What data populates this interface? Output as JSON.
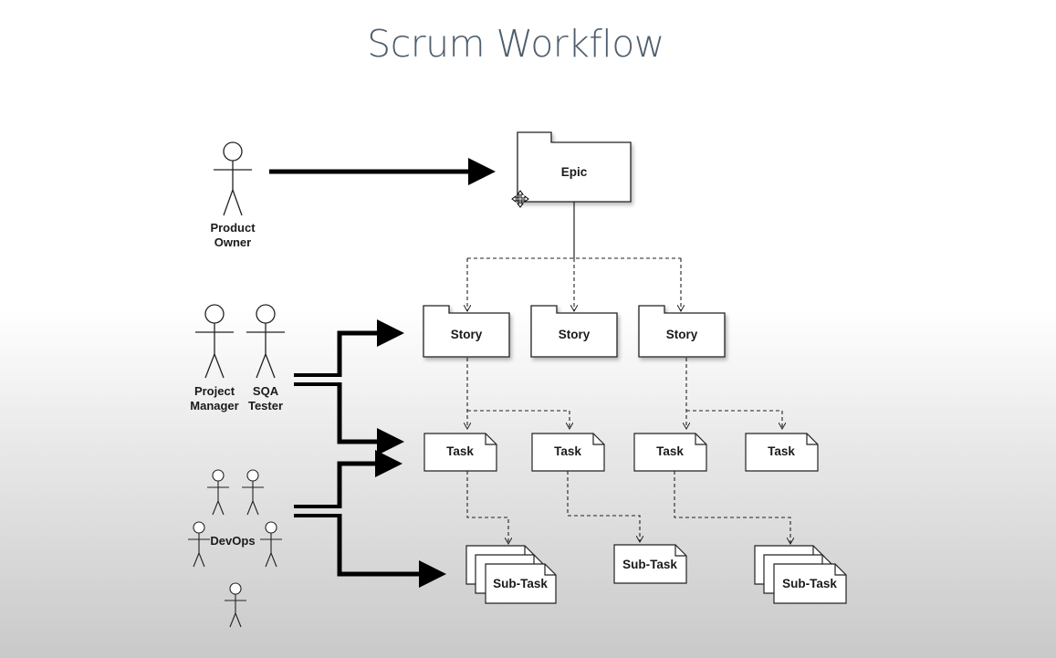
{
  "title": "Scrum Workflow",
  "actors": {
    "product_owner": [
      "Product",
      "Owner"
    ],
    "project_manager": [
      "Project",
      "Manager"
    ],
    "sqa_tester": [
      "SQA",
      "Tester"
    ],
    "devops": "DevOps"
  },
  "nodes": {
    "epic": "Epic",
    "story": "Story",
    "task": "Task",
    "subtask": "Sub-Task"
  },
  "icons": {
    "cursor": "move-cursor-icon"
  }
}
